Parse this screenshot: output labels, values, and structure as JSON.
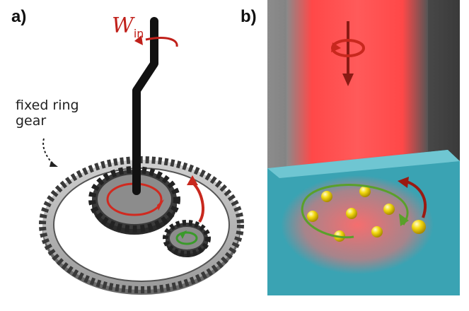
{
  "panels": {
    "a": {
      "label": "a)",
      "input_work_symbol": "W",
      "input_work_subscript": "in",
      "ring_gear_label_line1": "fixed ring",
      "ring_gear_label_line2": "gear"
    },
    "b": {
      "label": "b)"
    }
  },
  "colors": {
    "red_arrow": "#c0201a",
    "green_arrow": "#3a9a2a",
    "light_beam": "#ff4a4a",
    "substrate": "#3fa5b5",
    "particle": "#f2d200"
  }
}
